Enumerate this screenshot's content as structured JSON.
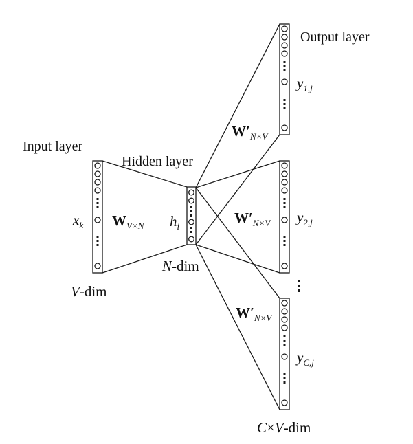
{
  "labels": {
    "input_layer": "Input layer",
    "hidden_layer": "Hidden layer",
    "output_layer": "Output layer",
    "v_dim_var": "V",
    "v_dim_suffix": "-dim",
    "n_dim_var": "N",
    "n_dim_suffix": "-dim",
    "cxv_c": "C",
    "cxv_times": "×",
    "cxv_v": "V",
    "cxv_suffix": "-dim"
  },
  "symbols": {
    "x_base": "x",
    "x_sub": "k",
    "h_base": "h",
    "h_sub": "i",
    "w_base": "W",
    "w_sub": "V×N",
    "wprime_base": "W′",
    "wprime_sub": "N×V",
    "y1_base": "y",
    "y1_sub": "1,j",
    "y2_base": "y",
    "y2_sub": "2,j",
    "yc_base": "y",
    "yc_sub": "C,j",
    "vdots": "⋮"
  },
  "colors": {
    "line": "#1a1a1a",
    "text": "#111111",
    "background": "#ffffff"
  }
}
